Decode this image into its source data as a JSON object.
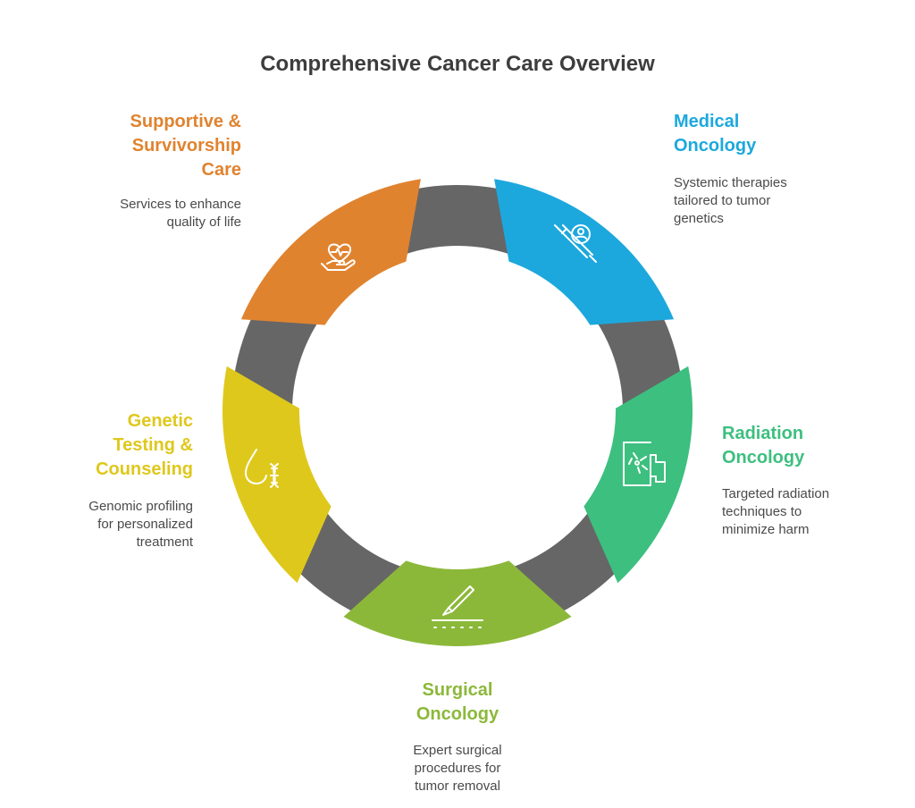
{
  "title": "Comprehensive Cancer Care Overview",
  "colors": {
    "ring": "#666666",
    "supportive": "#e0832f",
    "medical": "#1da8dd",
    "radiation": "#3dbf7f",
    "surgical": "#8cb83a",
    "genetic": "#dfc81c"
  },
  "stages": [
    {
      "key": "supportive",
      "heading": [
        "Supportive &",
        "Survivorship",
        "Care"
      ],
      "description": [
        "Services to enhance",
        "quality of life"
      ],
      "icon": "hand-heart-icon"
    },
    {
      "key": "medical",
      "heading": [
        "Medical",
        "Oncology"
      ],
      "description": [
        "Systemic therapies",
        "tailored to tumor",
        "genetics"
      ],
      "icon": "syringe-icon"
    },
    {
      "key": "radiation",
      "heading": [
        "Radiation",
        "Oncology"
      ],
      "description": [
        "Targeted radiation",
        "techniques to",
        "minimize harm"
      ],
      "icon": "radiation-machine-icon"
    },
    {
      "key": "surgical",
      "heading": [
        "Surgical",
        "Oncology"
      ],
      "description": [
        "Expert surgical",
        "procedures for",
        "tumor removal"
      ],
      "icon": "scalpel-icon"
    },
    {
      "key": "genetic",
      "heading": [
        "Genetic",
        "Testing &",
        "Counseling"
      ],
      "description": [
        "Genomic profiling",
        "for personalized",
        "treatment"
      ],
      "icon": "dna-drop-icon"
    }
  ]
}
